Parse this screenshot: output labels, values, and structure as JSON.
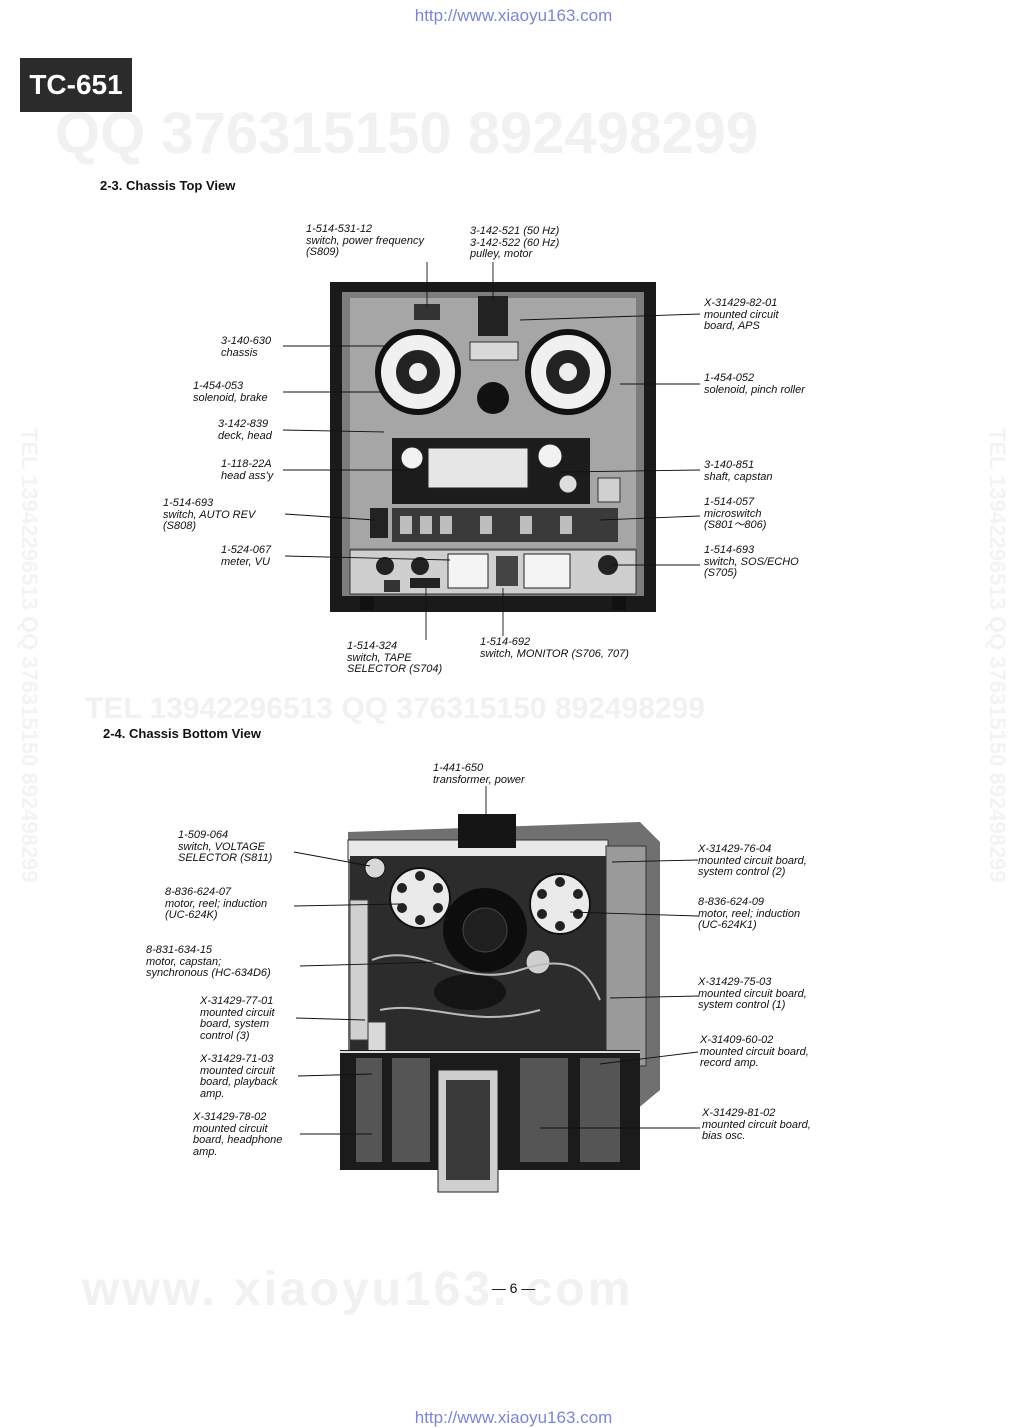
{
  "header": {
    "url_top": "http://www.xiaoyu163.com",
    "url_bottom": "http://www.xiaoyu163.com",
    "model_badge": "TC-651"
  },
  "watermarks": {
    "qq_line": "QQ 376315150   892498299",
    "tel_line": "TEL 13942296513        QQ 376315150  892498299",
    "site_line": "www. xiaoyu163. com",
    "vertical": "TEL 13942296513  QQ 376315150  892498299"
  },
  "sections": {
    "top_view_title": "2-3.  Chassis Top View",
    "bottom_view_title": "2-4.  Chassis Bottom View"
  },
  "top_view_labels": {
    "switch_power_freq": "1-514-531-12\nswitch, power frequency\n(S809)",
    "pulley_motor": "3-142-521 (50 Hz)\n3-142-522 (60 Hz)\npulley, motor",
    "board_aps": "X-31429-82-01\nmounted circuit\nboard, APS",
    "chassis": "3-140-630\nchassis",
    "solenoid_brake": "1-454-053\nsolenoid, brake",
    "solenoid_pinch": "1-454-052\nsolenoid, pinch roller",
    "deck_head": "3-142-839\ndeck, head",
    "head_assy": "1-118-22A\nhead ass'y",
    "shaft_capstan": "3-140-851\nshaft, capstan",
    "switch_auto_rev": "1-514-693\nswitch, AUTO REV\n(S808)",
    "microswitch": "1-514-057\nmicroswitch\n(S801～806)",
    "meter_vu": "1-524-067\nmeter, VU",
    "switch_sos_echo": "1-514-693\nswitch, SOS/ECHO\n(S705)",
    "switch_tape_selector": "1-514-324\nswitch, TAPE\nSELECTOR (S704)",
    "switch_monitor": "1-514-692\nswitch, MONITOR (S706, 707)"
  },
  "bottom_view_labels": {
    "transformer_power": "1-441-650\ntransformer, power",
    "switch_voltage": "1-509-064\nswitch, VOLTAGE\nSELECTOR (S811)",
    "board_sys_ctrl_2": "X-31429-76-04\nmounted circuit board,\nsystem control (2)",
    "motor_reel_k": "8-836-624-07\nmotor, reel; induction\n(UC-624K)",
    "motor_reel_k1": "8-836-624-09\nmotor, reel; induction\n(UC-624K1)",
    "motor_capstan": "8-831-634-15\nmotor, capstan;\nsynchronous (HC-634D6)",
    "board_sys_ctrl_1": "X-31429-75-03\nmounted circuit board,\nsystem control (1)",
    "board_sys_ctrl_3": "X-31429-77-01\nmounted circuit\nboard, system\ncontrol (3)",
    "board_record_amp": "X-31409-60-02\nmounted circuit board,\nrecord amp.",
    "board_playback_amp": "X-31429-71-03\nmounted circuit\nboard, playback\namp.",
    "board_headphone_amp": "X-31429-78-02\nmounted circuit\nboard, headphone\namp.",
    "board_bias_osc": "X-31429-81-02\nmounted circuit board,\nbias osc."
  },
  "footer": {
    "page_number": "— 6 —"
  }
}
